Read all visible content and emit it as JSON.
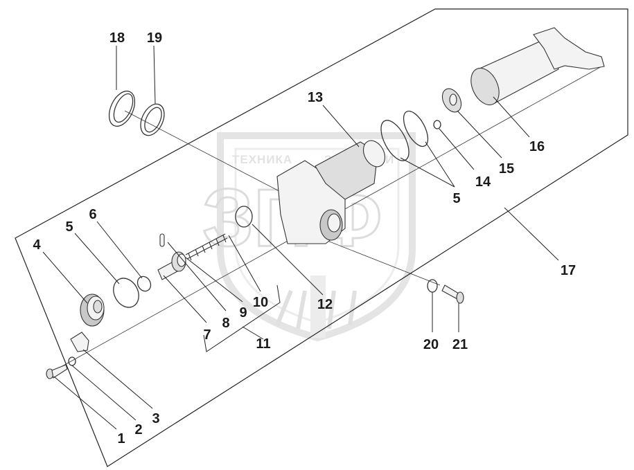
{
  "watermark": {
    "line1": "ТЕХНИКА",
    "line2": "ЗАПЧАСТИ",
    "letters": "ЗПФ"
  },
  "callouts": [
    {
      "id": "c1",
      "label": "1"
    },
    {
      "id": "c2",
      "label": "2"
    },
    {
      "id": "c3",
      "label": "3"
    },
    {
      "id": "c4",
      "label": "4"
    },
    {
      "id": "c5a",
      "label": "5"
    },
    {
      "id": "c5b",
      "label": "5"
    },
    {
      "id": "c6",
      "label": "6"
    },
    {
      "id": "c7",
      "label": "7"
    },
    {
      "id": "c8",
      "label": "8"
    },
    {
      "id": "c9",
      "label": "9"
    },
    {
      "id": "c10",
      "label": "10"
    },
    {
      "id": "c11",
      "label": "11"
    },
    {
      "id": "c12",
      "label": "12"
    },
    {
      "id": "c13",
      "label": "13"
    },
    {
      "id": "c14",
      "label": "14"
    },
    {
      "id": "c15",
      "label": "15"
    },
    {
      "id": "c16",
      "label": "16"
    },
    {
      "id": "c17",
      "label": "17"
    },
    {
      "id": "c18",
      "label": "18"
    },
    {
      "id": "c19",
      "label": "19"
    },
    {
      "id": "c20",
      "label": "20"
    },
    {
      "id": "c21",
      "label": "21"
    }
  ]
}
